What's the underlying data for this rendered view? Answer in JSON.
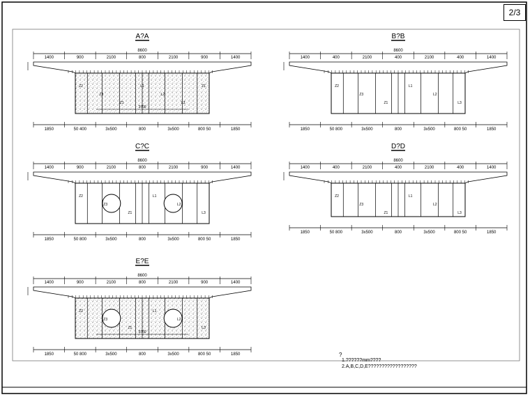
{
  "sheet": {
    "page_label": "2/3"
  },
  "sections": [
    {
      "id": "A",
      "title": "A?A",
      "total": "8600",
      "top_dims": [
        "1400",
        "900",
        "2100",
        "800",
        "2100",
        "900",
        "1400"
      ],
      "bottom_dims": [
        "1850",
        "50 400",
        "3x500",
        "800",
        "3x500",
        "800 50",
        "1850"
      ],
      "fill": "dotted",
      "inner_dim": "3760",
      "labels": [
        "Z2",
        "Z3",
        "Z1",
        "L1",
        "L2",
        "L3",
        "Z1"
      ]
    },
    {
      "id": "B",
      "title": "B?B",
      "total": "8600",
      "top_dims": [
        "1400",
        "400",
        "2100",
        "400",
        "2100",
        "400",
        "1400"
      ],
      "bottom_dims": [
        "1850",
        "50 800",
        "3x500",
        "800",
        "3x500",
        "800 50",
        "1850"
      ],
      "fill": "open",
      "inner_dim": "",
      "labels": [
        "Z2",
        "Z3",
        "Z1",
        "L1",
        "L2",
        "L3"
      ]
    },
    {
      "id": "C",
      "title": "C?C",
      "total": "8600",
      "top_dims": [
        "1400",
        "900",
        "2100",
        "800",
        "2100",
        "900",
        "1400"
      ],
      "bottom_dims": [
        "1850",
        "50 800",
        "3x500",
        "800",
        "3x500",
        "800 50",
        "1850"
      ],
      "fill": "voids",
      "inner_dim": "",
      "labels": [
        "Z2",
        "Z3",
        "Z1",
        "L1",
        "L2",
        "L3"
      ]
    },
    {
      "id": "D",
      "title": "D?D",
      "total": "8600",
      "top_dims": [
        "1400",
        "400",
        "2100",
        "400",
        "2100",
        "400",
        "1400"
      ],
      "bottom_dims": [
        "1850",
        "50 800",
        "3x500",
        "800",
        "3x500",
        "800 50",
        "1850"
      ],
      "fill": "open-low",
      "inner_dim": "",
      "labels": [
        "Z2",
        "Z3",
        "Z1",
        "L1",
        "L2",
        "L3"
      ]
    },
    {
      "id": "E",
      "title": "E?E",
      "total": "8600",
      "top_dims": [
        "1400",
        "900",
        "2100",
        "800",
        "2100",
        "900",
        "1400"
      ],
      "bottom_dims": [
        "1850",
        "50 800",
        "3x500",
        "800",
        "3x500",
        "800 50",
        "1850"
      ],
      "fill": "dotted-voids",
      "inner_dim": "3760",
      "labels": [
        "Z2",
        "Z3",
        "Z1",
        "L1",
        "L2",
        "L3"
      ]
    }
  ],
  "notes": {
    "marker": "?",
    "line1": "1.??????mm????",
    "line2": "2.A,B,C,D,E??????????????????"
  }
}
